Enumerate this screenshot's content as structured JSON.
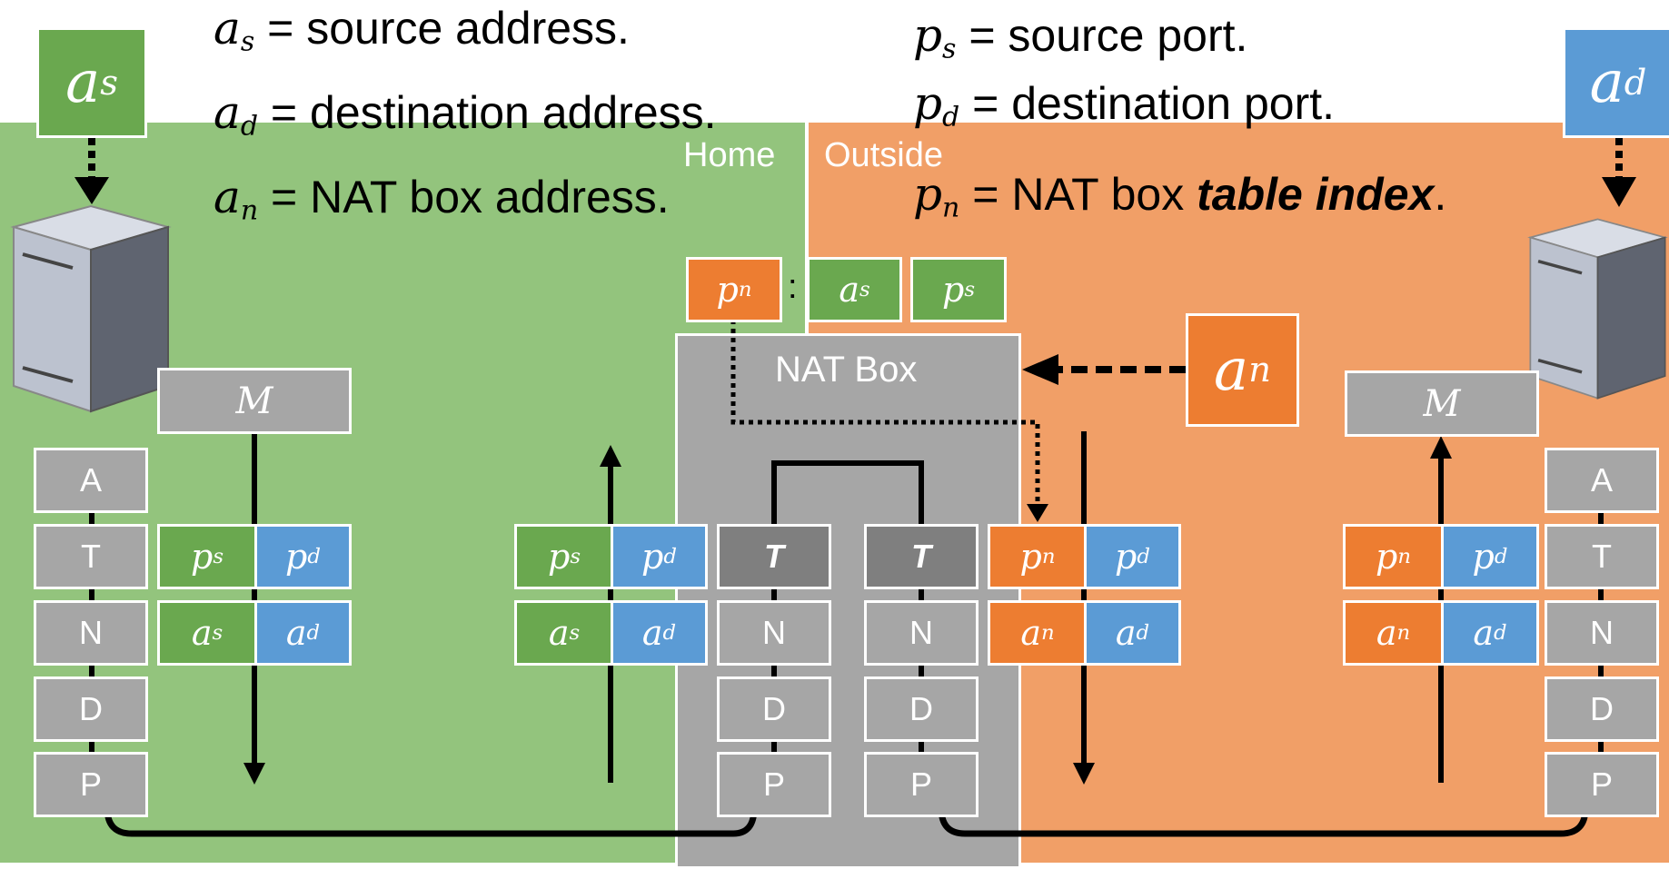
{
  "legend": {
    "source_address": {
      "sym": "a",
      "sub": "s",
      "text": " = source address."
    },
    "destination_address": {
      "sym": "a",
      "sub": "d",
      "text": " = destination address."
    },
    "nat_address": {
      "sym": "a",
      "sub": "n",
      "text": " = NAT box address."
    },
    "source_port": {
      "sym": "p",
      "sub": "s",
      "text": " = source port."
    },
    "destination_port": {
      "sym": "p",
      "sub": "d",
      "text": " = destination port."
    },
    "nat_index": {
      "sym": "p",
      "sub": "n",
      "text_before": " = NAT box ",
      "emph": "table index",
      "text_after": "."
    }
  },
  "zones": {
    "home": "Home",
    "outside": "Outside"
  },
  "nat_box": {
    "label": "NAT Box"
  },
  "message": "M",
  "layers": [
    "A",
    "T",
    "N",
    "D",
    "P"
  ],
  "nat_layers": [
    "T",
    "N",
    "D",
    "P"
  ],
  "symbols": {
    "a": "a",
    "p": "p",
    "s": "s",
    "d": "d",
    "n": "n"
  },
  "table_colon": ":",
  "colors": {
    "home": "#93c47d",
    "outside": "#f19f67",
    "nat_box": "#a6a6a6",
    "source": "#6aa84f",
    "destination": "#5b9bd5",
    "nat": "#ed7d31",
    "layer": "#a6a6a6",
    "layer_dark": "#7f7f7f"
  },
  "icons": {
    "left_host": "server-icon",
    "right_host": "server-icon"
  }
}
